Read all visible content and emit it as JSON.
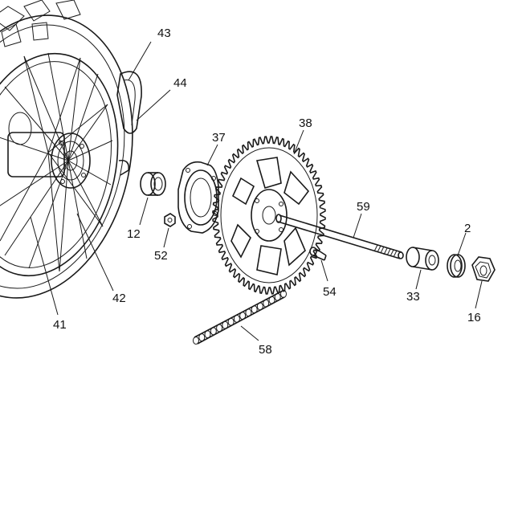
{
  "diagram": {
    "callouts": [
      {
        "id": "43",
        "text": "43"
      },
      {
        "id": "44",
        "text": "44"
      },
      {
        "id": "37",
        "text": "37"
      },
      {
        "id": "38",
        "text": "38"
      },
      {
        "id": "59",
        "text": "59"
      },
      {
        "id": "12",
        "text": "12"
      },
      {
        "id": "52",
        "text": "52"
      },
      {
        "id": "42",
        "text": "42"
      },
      {
        "id": "41",
        "text": "41"
      },
      {
        "id": "54",
        "text": "54"
      },
      {
        "id": "33",
        "text": "33"
      },
      {
        "id": "2",
        "text": "2"
      },
      {
        "id": "16",
        "text": "16"
      },
      {
        "id": "58",
        "text": "58"
      }
    ],
    "parts": [
      "rear-wheel",
      "tire",
      "hub",
      "chain-guard",
      "bearing",
      "spacer-flange",
      "rear-sprocket",
      "rear-axle",
      "axle-spacer",
      "washer",
      "axle-nut",
      "sprocket-bolt",
      "drive-chain",
      "self-locking-nut"
    ],
    "colors": {
      "ink": "#1a1a1a",
      "background": "#ffffff"
    }
  }
}
